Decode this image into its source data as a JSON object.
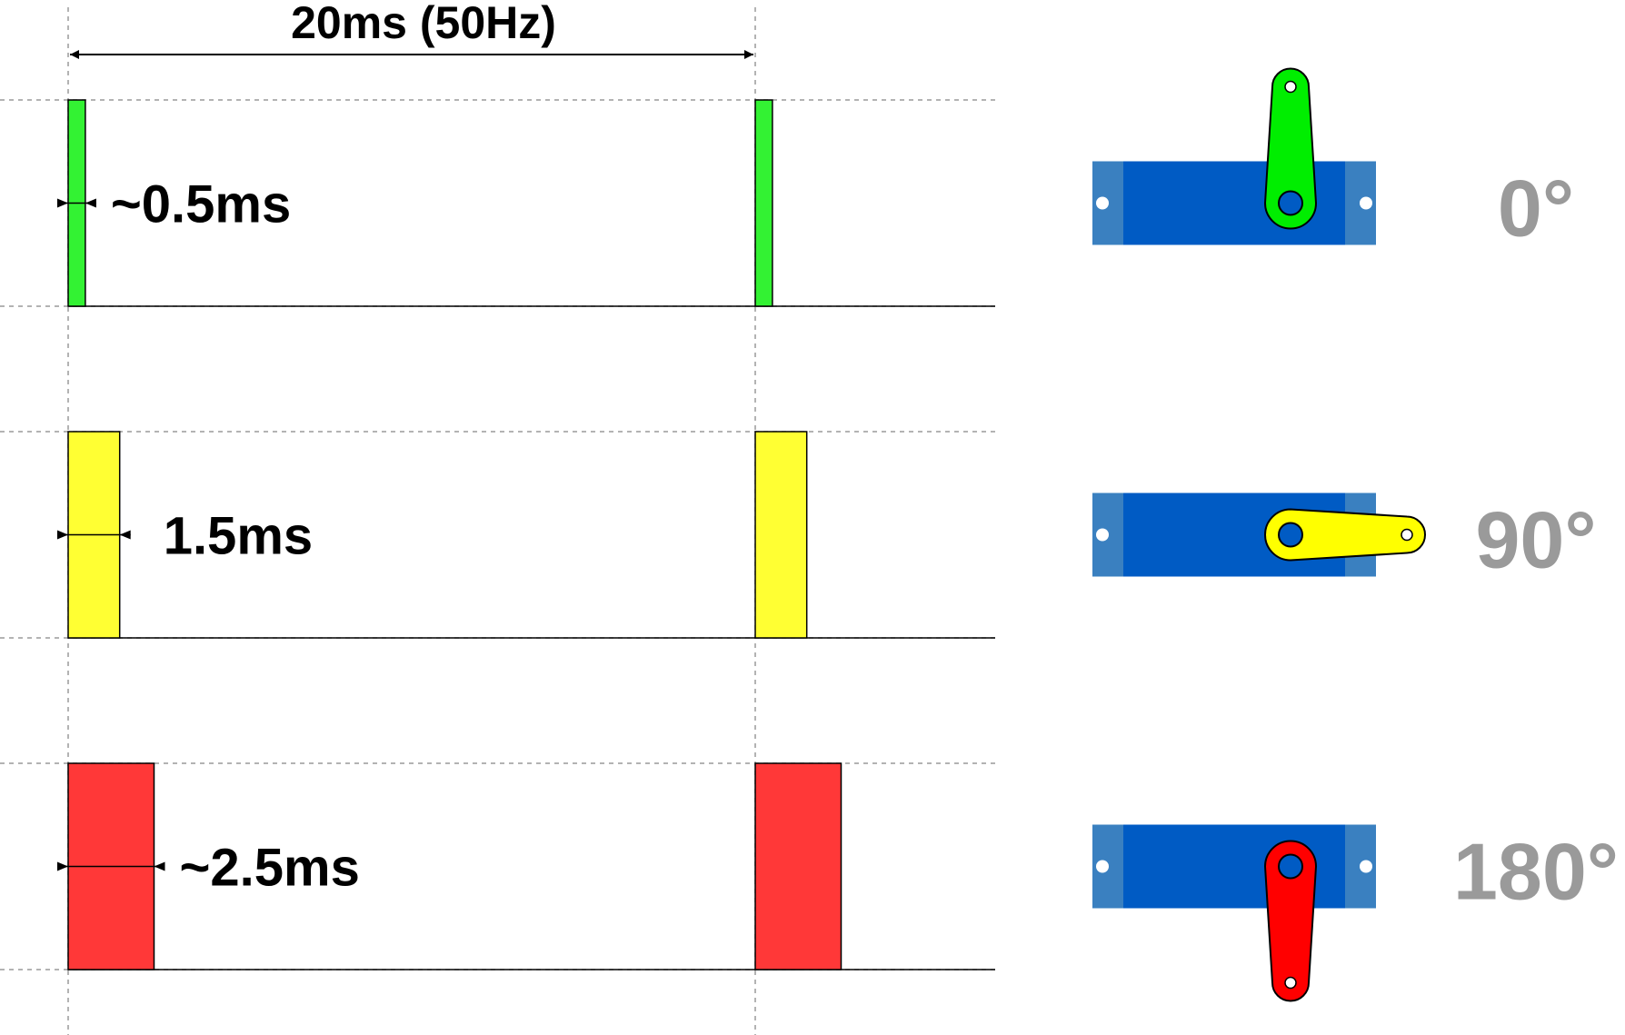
{
  "period_label": "20ms (50Hz)",
  "colors": {
    "servo_body": "#005BC4",
    "servo_tab": "#3A80C0",
    "angle_text": "#9A9A9A",
    "guide_line": "#9A9A9A"
  },
  "rows": [
    {
      "pulse_label": "~0.5ms",
      "pulse_ms": 0.5,
      "angle_label": "0°",
      "angle_deg": 0,
      "color": "#33F233",
      "horn_color": "#00EE00"
    },
    {
      "pulse_label": "1.5ms",
      "pulse_ms": 1.5,
      "angle_label": "90°",
      "angle_deg": 90,
      "color": "#FFFF33",
      "horn_color": "#FFFF00"
    },
    {
      "pulse_label": "~2.5ms",
      "pulse_ms": 2.5,
      "angle_label": "180°",
      "angle_deg": 180,
      "color": "#FF3838",
      "horn_color": "#FF0000"
    }
  ]
}
